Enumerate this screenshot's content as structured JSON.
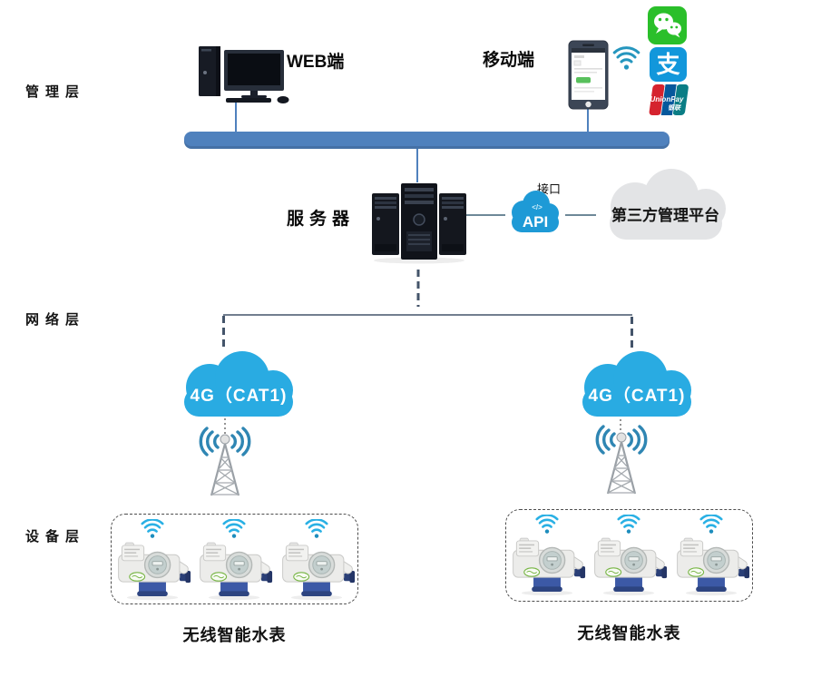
{
  "layers": {
    "management": "管理层",
    "network": "网络层",
    "device": "设备层"
  },
  "management": {
    "web_label": "WEB端",
    "mobile_label": "移动端",
    "apps": {
      "alipay_glyph": "支",
      "unionpay_text": "UnionPay",
      "unionpay_cn": "银联"
    }
  },
  "platform": {
    "server_label": "服务器",
    "interface_label": "接口",
    "api_label": "API",
    "api_code_glyph": "</>",
    "third_party_label": "第三方管理平台"
  },
  "network": {
    "left_cloud_label": "4G（CAT1)",
    "right_cloud_label": "4G（CAT1)"
  },
  "devices": {
    "left_label": "无线智能水表",
    "right_label": "无线智能水表"
  },
  "colors": {
    "bus_bar": "#4f81bd",
    "connector_blue": "#4f81bd",
    "connector_dark": "#44546a",
    "api_cloud": "#1e9ad6",
    "network_cloud": "#29abe2",
    "third_party_cloud": "#e3e4e6",
    "wifi_blue": "#29b0e4",
    "wechat_green": "#2abf2a",
    "alipay_blue": "#1297db",
    "unionpay_red": "#d5232e",
    "unionpay_navy": "#05589c",
    "unionpay_teal": "#0a7d85"
  }
}
